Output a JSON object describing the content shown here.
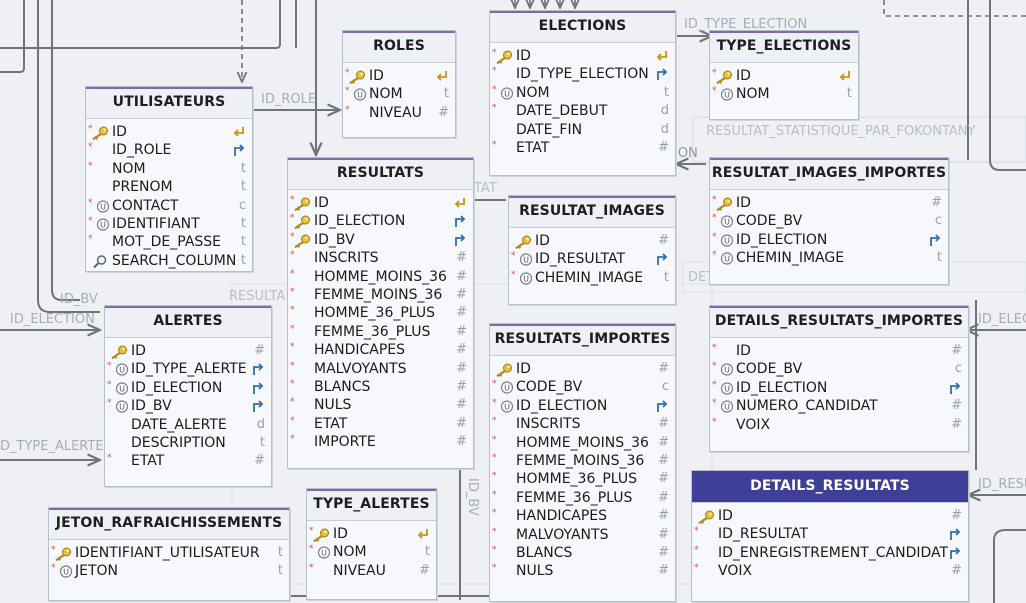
{
  "background_labels": {
    "resultat_statistique": "RESULTAT_STATISTIQUE_PAR_FOKONTANY",
    "details_faint": "DETAILS",
    "resulta_faint": "RESULTA",
    "tat_faint": "TAT",
    "ion_faint": "ION"
  },
  "edge_labels": {
    "id_role": "ID_ROLE",
    "id_type_election": "ID_TYPE_ELECTION",
    "id_bv_left": "ID_BV",
    "id_election_left": "ID_ELECTION",
    "id_type_alerte": "D_TYPE_ALERTE",
    "id_bv_vertical": "ID_BV",
    "id_elec_right": "ID_ELEC",
    "id_resu_right": "ID_RESU"
  },
  "tables": [
    {
      "key": "roles",
      "title": "ROLES",
      "columns": [
        {
          "name": "ID",
          "icon": "key",
          "type": "pk",
          "req": true
        },
        {
          "name": "NOM",
          "icon": "unique",
          "type": "t",
          "req": true
        },
        {
          "name": "NIVEAU",
          "icon": "none",
          "type": "#",
          "req": true
        }
      ]
    },
    {
      "key": "elections",
      "title": "ELECTIONS",
      "columns": [
        {
          "name": "ID",
          "icon": "key",
          "type": "pk",
          "req": true
        },
        {
          "name": "ID_TYPE_ELECTION",
          "icon": "none",
          "type": "fk",
          "req": true
        },
        {
          "name": "NOM",
          "icon": "unique",
          "type": "t",
          "req": true
        },
        {
          "name": "DATE_DEBUT",
          "icon": "none",
          "type": "d",
          "req": true
        },
        {
          "name": "DATE_FIN",
          "icon": "none",
          "type": "d",
          "req": false
        },
        {
          "name": "ETAT",
          "icon": "none",
          "type": "#",
          "req": true
        }
      ]
    },
    {
      "key": "type_elections",
      "title": "TYPE_ELECTIONS",
      "columns": [
        {
          "name": "ID",
          "icon": "key",
          "type": "pk",
          "req": true
        },
        {
          "name": "NOM",
          "icon": "unique",
          "type": "t",
          "req": true
        }
      ]
    },
    {
      "key": "utilisateurs",
      "title": "UTILISATEURS",
      "columns": [
        {
          "name": "ID",
          "icon": "key",
          "type": "pk",
          "req": true
        },
        {
          "name": "ID_ROLE",
          "icon": "none",
          "type": "fk",
          "req": true
        },
        {
          "name": "NOM",
          "icon": "none",
          "type": "t",
          "req": true
        },
        {
          "name": "PRENOM",
          "icon": "none",
          "type": "t",
          "req": false
        },
        {
          "name": "CONTACT",
          "icon": "unique",
          "type": "c",
          "req": true
        },
        {
          "name": "IDENTIFIANT",
          "icon": "unique",
          "type": "t",
          "req": true
        },
        {
          "name": "MOT_DE_PASSE",
          "icon": "none",
          "type": "t",
          "req": true
        },
        {
          "name": "SEARCH_COLUMN",
          "icon": "search",
          "type": "t",
          "req": false
        }
      ]
    },
    {
      "key": "resultats",
      "title": "RESULTATS",
      "columns": [
        {
          "name": "ID",
          "icon": "key",
          "type": "pk",
          "req": true
        },
        {
          "name": "ID_ELECTION",
          "icon": "key",
          "type": "fk",
          "req": true
        },
        {
          "name": "ID_BV",
          "icon": "key",
          "type": "fk",
          "req": true
        },
        {
          "name": "INSCRITS",
          "icon": "none",
          "type": "#",
          "req": true
        },
        {
          "name": "HOMME_MOINS_36",
          "icon": "none",
          "type": "#",
          "req": true
        },
        {
          "name": "FEMME_MOINS_36",
          "icon": "none",
          "type": "#",
          "req": true
        },
        {
          "name": "HOMME_36_PLUS",
          "icon": "none",
          "type": "#",
          "req": true
        },
        {
          "name": "FEMME_36_PLUS",
          "icon": "none",
          "type": "#",
          "req": true
        },
        {
          "name": "HANDICAPES",
          "icon": "none",
          "type": "#",
          "req": true
        },
        {
          "name": "MALVOYANTS",
          "icon": "none",
          "type": "#",
          "req": true
        },
        {
          "name": "BLANCS",
          "icon": "none",
          "type": "#",
          "req": true
        },
        {
          "name": "NULS",
          "icon": "none",
          "type": "#",
          "req": true
        },
        {
          "name": "ETAT",
          "icon": "none",
          "type": "#",
          "req": true
        },
        {
          "name": "IMPORTE",
          "icon": "none",
          "type": "#",
          "req": true
        }
      ]
    },
    {
      "key": "resultat_images",
      "title": "RESULTAT_IMAGES",
      "columns": [
        {
          "name": "ID",
          "icon": "key",
          "type": "#",
          "req": false
        },
        {
          "name": "ID_RESULTAT",
          "icon": "unique",
          "type": "fk",
          "req": true
        },
        {
          "name": "CHEMIN_IMAGE",
          "icon": "unique",
          "type": "t",
          "req": true
        }
      ]
    },
    {
      "key": "resultat_images_importes",
      "title": "RESULTAT_IMAGES_IMPORTES",
      "columns": [
        {
          "name": "ID",
          "icon": "key",
          "type": "#",
          "req": true
        },
        {
          "name": "CODE_BV",
          "icon": "unique",
          "type": "c",
          "req": true
        },
        {
          "name": "ID_ELECTION",
          "icon": "unique",
          "type": "fk",
          "req": true
        },
        {
          "name": "CHEMIN_IMAGE",
          "icon": "unique",
          "type": "t",
          "req": true
        }
      ]
    },
    {
      "key": "alertes",
      "title": "ALERTES",
      "columns": [
        {
          "name": "ID",
          "icon": "key",
          "type": "#",
          "req": false
        },
        {
          "name": "ID_TYPE_ALERTE",
          "icon": "unique",
          "type": "fk",
          "req": true
        },
        {
          "name": "ID_ELECTION",
          "icon": "unique",
          "type": "fk",
          "req": true
        },
        {
          "name": "ID_BV",
          "icon": "unique",
          "type": "fk",
          "req": true
        },
        {
          "name": "DATE_ALERTE",
          "icon": "none",
          "type": "d",
          "req": false
        },
        {
          "name": "DESCRIPTION",
          "icon": "none",
          "type": "t",
          "req": false
        },
        {
          "name": "ETAT",
          "icon": "none",
          "type": "#",
          "req": true
        }
      ]
    },
    {
      "key": "resultats_importes",
      "title": "RESULTATS_IMPORTES",
      "columns": [
        {
          "name": "ID",
          "icon": "key",
          "type": "#",
          "req": false
        },
        {
          "name": "CODE_BV",
          "icon": "unique",
          "type": "c",
          "req": true
        },
        {
          "name": "ID_ELECTION",
          "icon": "unique",
          "type": "fk",
          "req": true
        },
        {
          "name": "INSCRITS",
          "icon": "none",
          "type": "#",
          "req": true
        },
        {
          "name": "HOMME_MOINS_36",
          "icon": "none",
          "type": "#",
          "req": true
        },
        {
          "name": "FEMME_MOINS_36",
          "icon": "none",
          "type": "#",
          "req": true
        },
        {
          "name": "HOMME_36_PLUS",
          "icon": "none",
          "type": "#",
          "req": true
        },
        {
          "name": "FEMME_36_PLUS",
          "icon": "none",
          "type": "#",
          "req": true
        },
        {
          "name": "HANDICAPES",
          "icon": "none",
          "type": "#",
          "req": true
        },
        {
          "name": "MALVOYANTS",
          "icon": "none",
          "type": "#",
          "req": true
        },
        {
          "name": "BLANCS",
          "icon": "none",
          "type": "#",
          "req": true
        },
        {
          "name": "NULS",
          "icon": "none",
          "type": "#",
          "req": true
        }
      ]
    },
    {
      "key": "details_resultats_importes",
      "title": "DETAILS_RESULTATS_IMPORTES",
      "columns": [
        {
          "name": "ID",
          "icon": "none",
          "type": "#",
          "req": true
        },
        {
          "name": "CODE_BV",
          "icon": "unique",
          "type": "c",
          "req": true
        },
        {
          "name": "ID_ELECTION",
          "icon": "unique",
          "type": "fk",
          "req": true
        },
        {
          "name": "NUMERO_CANDIDAT",
          "icon": "unique",
          "type": "#",
          "req": true
        },
        {
          "name": "VOIX",
          "icon": "none",
          "type": "#",
          "req": true
        }
      ]
    },
    {
      "key": "type_alertes",
      "title": "TYPE_ALERTES",
      "columns": [
        {
          "name": "ID",
          "icon": "key",
          "type": "pk",
          "req": true
        },
        {
          "name": "NOM",
          "icon": "unique",
          "type": "t",
          "req": true
        },
        {
          "name": "NIVEAU",
          "icon": "none",
          "type": "#",
          "req": true
        }
      ]
    },
    {
      "key": "jeton",
      "title": "JETON_RAFRAICHISSEMENTS",
      "columns": [
        {
          "name": "IDENTIFIANT_UTILISATEUR",
          "icon": "key",
          "type": "t",
          "req": true
        },
        {
          "name": "JETON",
          "icon": "unique",
          "type": "t",
          "req": true
        }
      ]
    },
    {
      "key": "details_resultats",
      "title": "DETAILS_RESULTATS",
      "selected": true,
      "columns": [
        {
          "name": "ID",
          "icon": "key",
          "type": "#",
          "req": false
        },
        {
          "name": "ID_RESULTAT",
          "icon": "none",
          "type": "fk",
          "req": true
        },
        {
          "name": "ID_ENREGISTREMENT_CANDIDAT",
          "icon": "none",
          "type": "fk",
          "req": true
        },
        {
          "name": "VOIX",
          "icon": "none",
          "type": "#",
          "req": true
        }
      ]
    }
  ]
}
